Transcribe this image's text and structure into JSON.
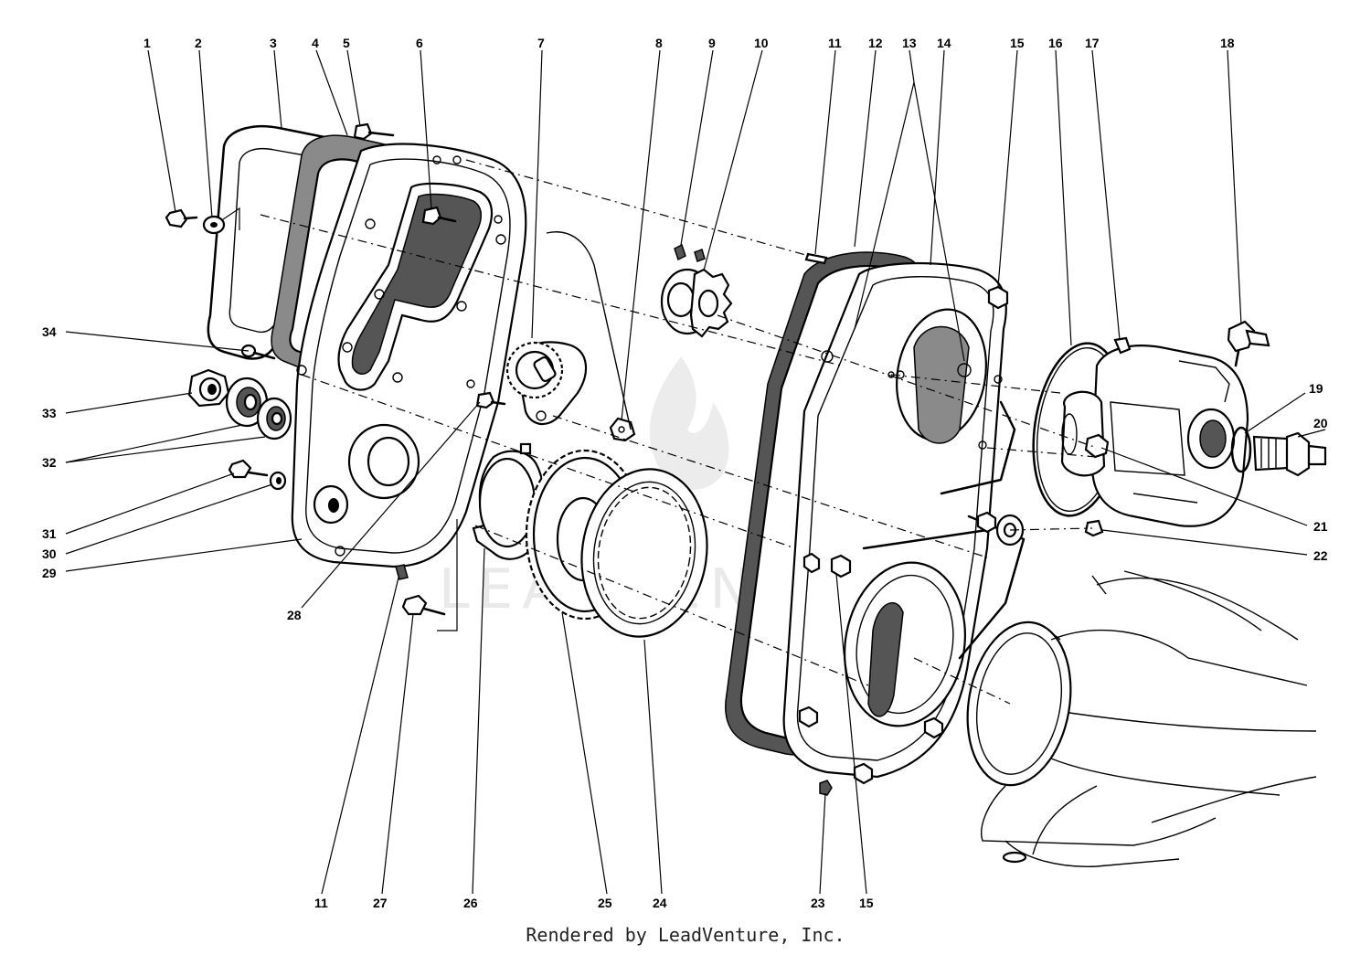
{
  "diagram": {
    "watermark": "LEADVENTURE",
    "footer": "Rendered by LeadVenture, Inc.",
    "callouts_top": [
      "1",
      "2",
      "3",
      "4",
      "5",
      "6",
      "7",
      "8",
      "9",
      "10",
      "11",
      "12",
      "13",
      "14",
      "15",
      "16",
      "17",
      "18"
    ],
    "callouts_right": [
      "19",
      "20",
      "21",
      "22"
    ],
    "callouts_left": [
      "34",
      "33",
      "32",
      "31",
      "30",
      "29",
      "28"
    ],
    "callouts_bottom": [
      "11",
      "27",
      "26",
      "25",
      "24",
      "23",
      "15"
    ]
  }
}
